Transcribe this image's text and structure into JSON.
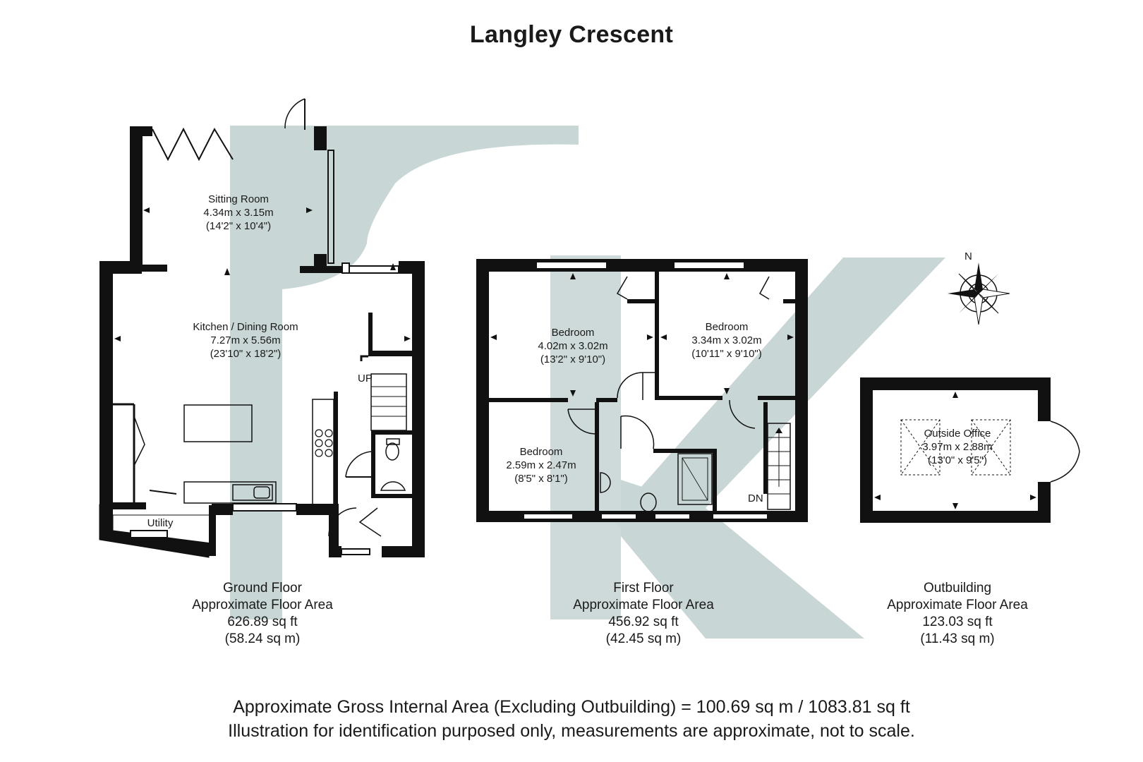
{
  "title": "Langley Crescent",
  "rooms": {
    "sitting": {
      "name": "Sitting Room",
      "metric": "4.34m x 3.15m",
      "imperial": "(14'2\" x 10'4\")"
    },
    "kitchen": {
      "name": "Kitchen / Dining Room",
      "metric": "7.27m x 5.56m",
      "imperial": "(23'10\" x 18'2\")"
    },
    "utility": {
      "name": "Utility"
    },
    "bedroom1": {
      "name": "Bedroom",
      "metric": "4.02m x 3.02m",
      "imperial": "(13'2\" x 9'10\")"
    },
    "bedroom2": {
      "name": "Bedroom",
      "metric": "3.34m x 3.02m",
      "imperial": "(10'11\" x 9'10\")"
    },
    "bedroom3": {
      "name": "Bedroom",
      "metric": "2.59m x 2.47m",
      "imperial": "(8'5\" x 8'1\")"
    },
    "office": {
      "name": "Outside Office",
      "metric": "3.97m x 2.88m",
      "imperial": "(13'0\" x 9'5\")"
    }
  },
  "stairs": {
    "up": "UP",
    "down": "DN"
  },
  "compass": {
    "north": "N"
  },
  "floors": {
    "ground": {
      "name": "Ground Floor",
      "label": "Approximate Floor Area",
      "sqft": "626.89 sq ft",
      "sqm": "(58.24 sq m)"
    },
    "first": {
      "name": "First Floor",
      "label": "Approximate Floor Area",
      "sqft": "456.92 sq ft",
      "sqm": "(42.45 sq m)"
    },
    "outbuilding": {
      "name": "Outbuilding",
      "label": "Approximate Floor Area",
      "sqft": "123.03 sq ft",
      "sqm": "(11.43 sq m)"
    }
  },
  "footer": {
    "gross": "Approximate Gross Internal Area (Excluding Outbuilding) = 100.69 sq m / 1083.81 sq ft",
    "disclaimer": "Illustration for identification purposed only, measurements are approximate, not to scale."
  },
  "colors": {
    "wall": "#111111",
    "watermark": "#c9d6d6",
    "text": "#1a1a1a"
  }
}
